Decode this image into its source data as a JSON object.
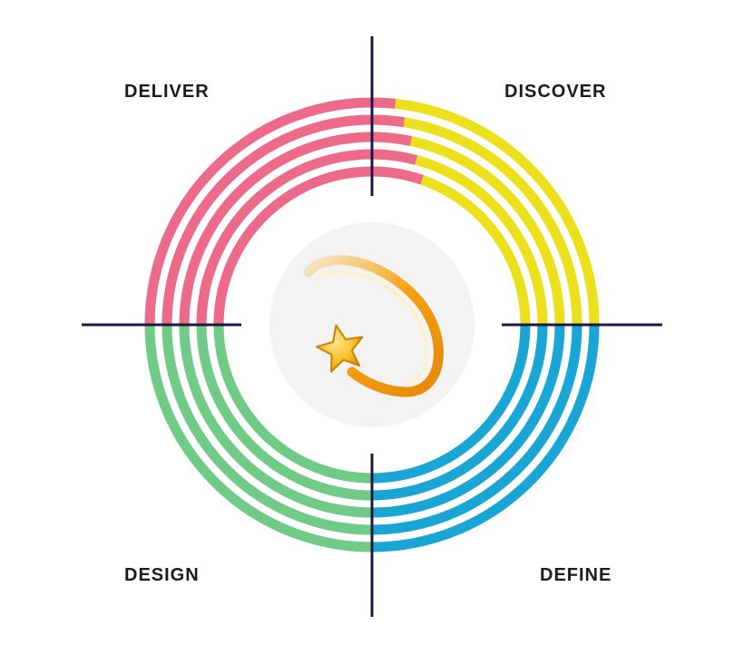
{
  "quadrants": {
    "deliver": {
      "label": "DELIVER",
      "color": "#ee6a8a"
    },
    "discover": {
      "label": "DISCOVER",
      "color": "#ecdf1c"
    },
    "define": {
      "label": "DEFINE",
      "color": "#1aa6d4"
    },
    "design": {
      "label": "DESIGN",
      "color": "#6fcb85"
    }
  },
  "axis_color": "#1c1746",
  "center_icon": "shooting-star-icon",
  "center_disc_color": "#f3f3f3"
}
